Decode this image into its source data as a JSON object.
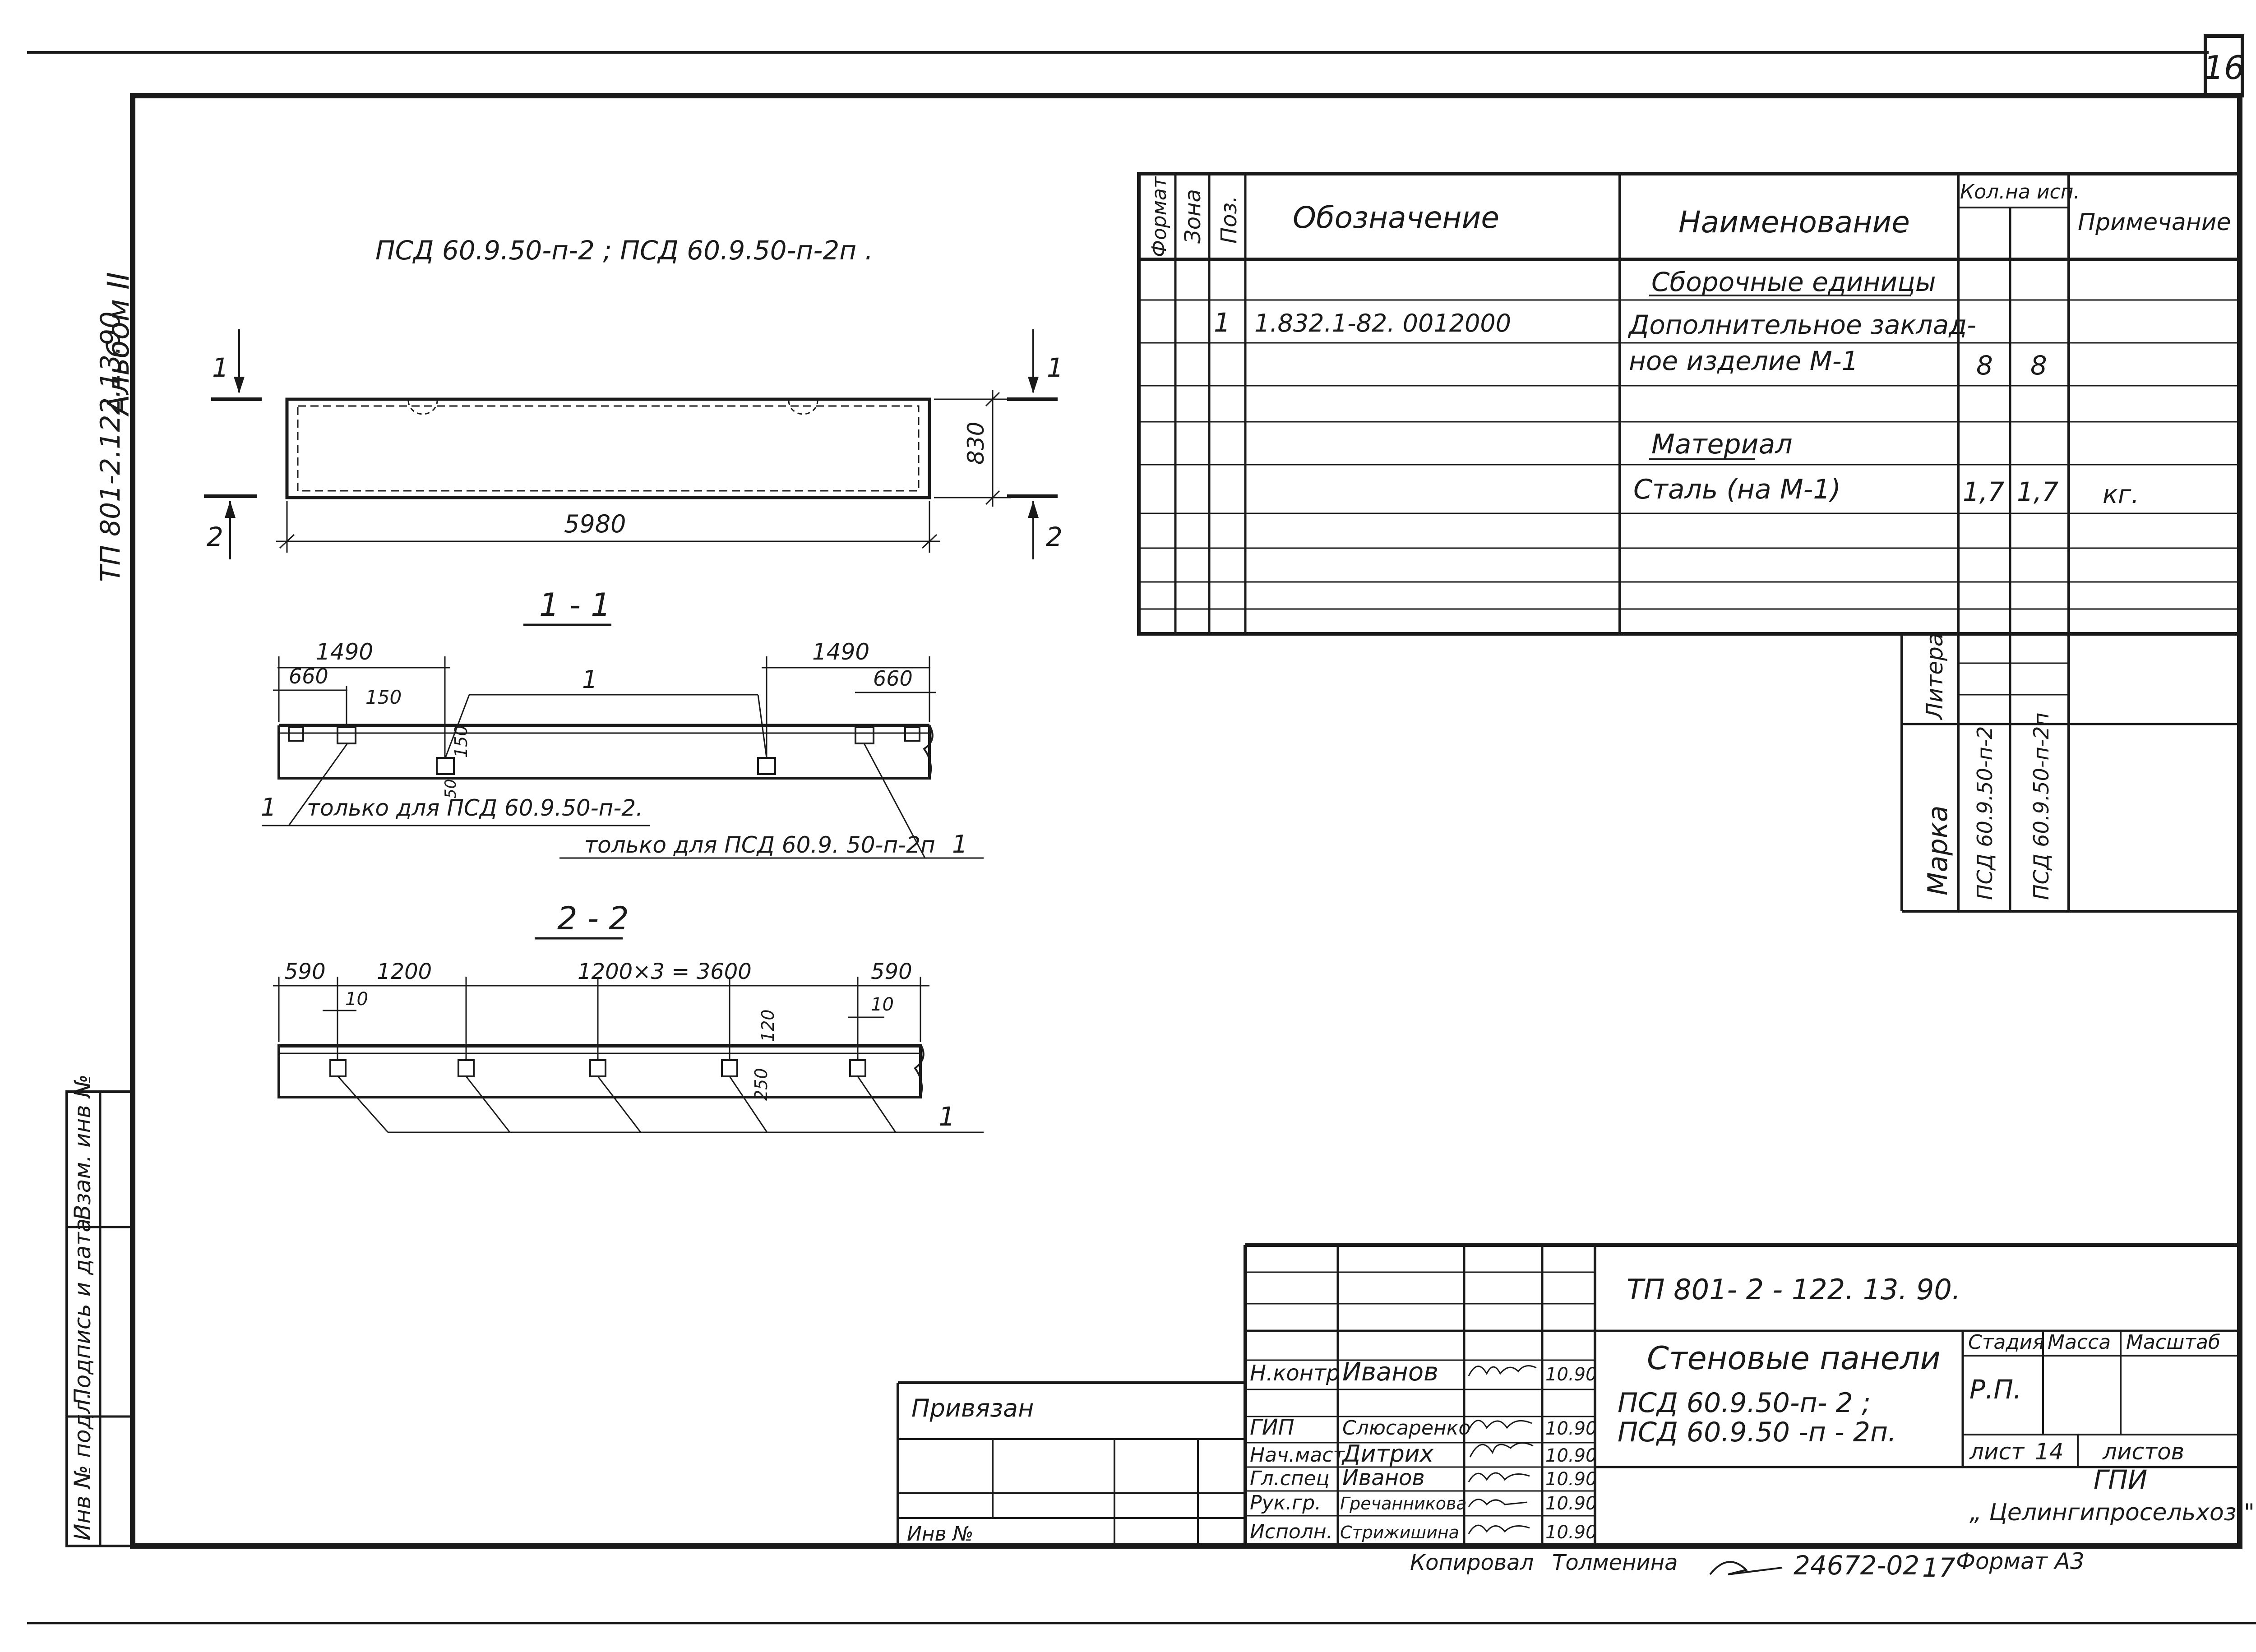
{
  "sheet_number": "16",
  "album": "Альбом II",
  "doc_code_vertical": "ТП 801-2.122.13.90",
  "panel_marks": "ПСД 60.9.50-п-2 ; ПСД 60.9.50-п-2п .",
  "elevation": {
    "length": "5980",
    "height": "830",
    "cut1_top": "1",
    "cut1_bottom": "1",
    "cut2_top": "2",
    "cut2_bottom": "2"
  },
  "section11": {
    "title": "1 - 1",
    "dims": [
      "1490",
      "660",
      "150",
      "1490",
      "660",
      "150",
      "50"
    ],
    "item_label": "1",
    "note1_pos": "1",
    "note1": "только для ПСД 60.9.50-п-2.",
    "note2": "только для ПСД 60.9. 50-п-2п",
    "note2_pos": "1"
  },
  "section22": {
    "title": "2 - 2",
    "dims": [
      "590",
      "1200",
      "1200×3 = 3600",
      "590",
      "10",
      "10",
      "120",
      "250"
    ],
    "item_label": "1"
  },
  "spec": {
    "headers": {
      "format": "Формат",
      "zone": "Зона",
      "pos": "Поз.",
      "designation": "Обозначение",
      "name": "Наименование",
      "qty": "Кол.на исп.",
      "note": "Примечание"
    },
    "rows": [
      {
        "pos": "",
        "designation": "",
        "name": "Сборочные единицы",
        "q1": "",
        "q2": "",
        "note": "",
        "underline": true
      },
      {
        "pos": "1",
        "designation": "1.832.1-82. 0012000",
        "name": "Дополнительное заклад-",
        "q1": "",
        "q2": "",
        "note": ""
      },
      {
        "pos": "",
        "designation": "",
        "name": "ное изделие  М-1",
        "q1": "8",
        "q2": "8",
        "note": ""
      },
      {
        "pos": "",
        "designation": "",
        "name": "",
        "q1": "",
        "q2": "",
        "note": ""
      },
      {
        "pos": "",
        "designation": "",
        "name": "Материал",
        "q1": "",
        "q2": "",
        "note": "",
        "underline": true
      },
      {
        "pos": "",
        "designation": "",
        "name": "Сталь  (на М-1)",
        "q1": "1,7",
        "q2": "1,7",
        "note": "кг."
      }
    ],
    "litera": "Литера",
    "marka": "Марка",
    "mark1": "ПСД 60.9.50-п-2",
    "mark2": "ПСД 60.9.50-п-2п"
  },
  "title_block": {
    "code": "ТП 801- 2 - 122. 13. 90.",
    "title_line1": "Стеновые панели",
    "title_line2": "ПСД 60.9.50-п- 2 ;",
    "title_line3": "ПСД 60.9.50 -п - 2п.",
    "stage_label": "Стадия",
    "mass_label": "Масса",
    "scale_label": "Масштаб",
    "stage": "Р.П.",
    "sheet_label": "лист",
    "sheet_value": "14",
    "sheets_label": "листов",
    "org_line1": "ГПИ",
    "org_line2": "„ Целингипросельхоз \"",
    "signers": [
      {
        "role": "Н.контр",
        "name": "Иванов",
        "date": "10.90"
      },
      {
        "role": "ГИП",
        "name": "Слюсаренко",
        "date": "10.90"
      },
      {
        "role": "Нач.маст",
        "name": "Дитрих",
        "date": "10.90"
      },
      {
        "role": "Гл.спец",
        "name": "Иванов",
        "date": "10.90"
      },
      {
        "role": "Рук.гр.",
        "name": "Гречанникова",
        "date": "10.90"
      },
      {
        "role": "Исполн.",
        "name": "Стрижишина",
        "date": "10.90"
      }
    ],
    "privyazan": "Привязан",
    "inv": "Инв №"
  },
  "left_strip": {
    "inv_podl": "Инв № подл.",
    "podpis": "Подпись и дата",
    "vzam": "Взам. инв №"
  },
  "footer": {
    "copied": "Копировал",
    "copier": "Толменина",
    "number": "24672-02",
    "page": "17",
    "format": "Формат А3"
  }
}
